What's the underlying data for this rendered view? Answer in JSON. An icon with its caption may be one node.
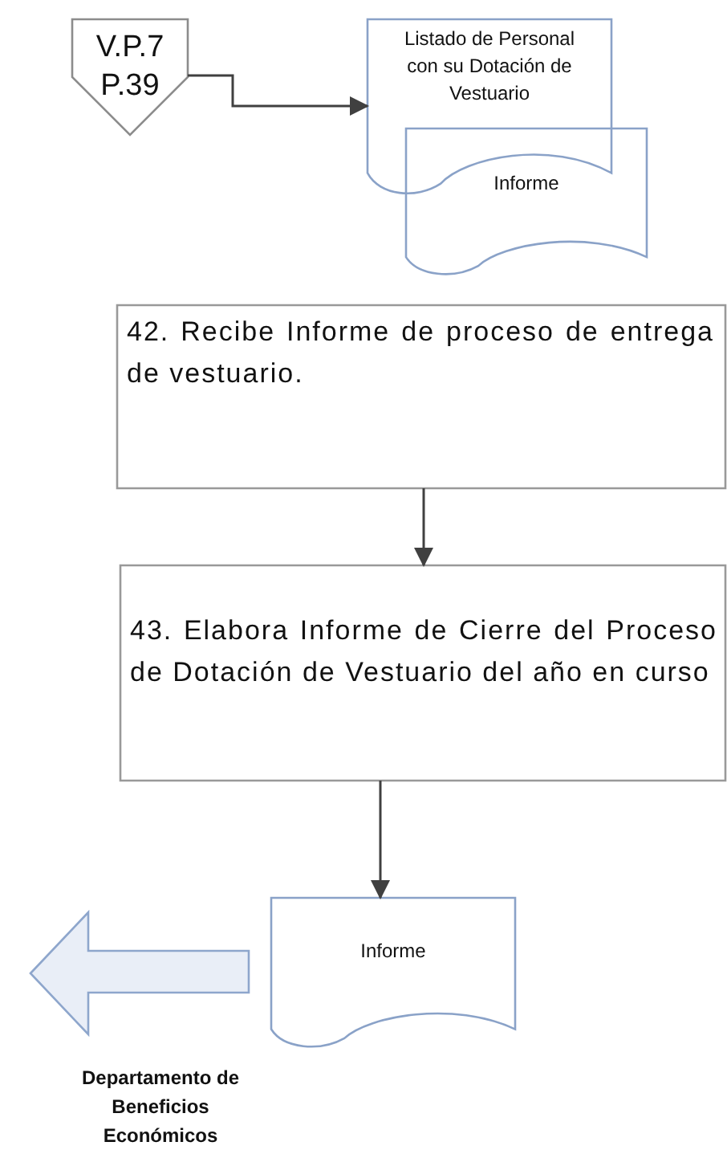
{
  "diagram": {
    "nodes": [
      {
        "text": [
          "V.P.7 P.39"
        ]
      },
      {
        "text": [
          "Listado de Personal con su Dotación de Vestuario"
        ]
      },
      {
        "text": [
          "Informe"
        ]
      },
      {
        "text": [
          "42. Recibe Informe de proceso de entrega de vestuario."
        ]
      },
      {
        "text": [
          "43. Elabora Informe de Cierre del Proceso de Dotación de Vestuario del año en curso"
        ]
      },
      {
        "text": [
          "Informe"
        ]
      },
      {
        "text": [
          "Departamento de Beneficios Económicos"
        ]
      }
    ],
    "edges": [
      {
        "from": 0,
        "to": 1,
        "arrow": "to"
      },
      {
        "from": 3,
        "to": 4,
        "arrow": "to"
      },
      {
        "from": 4,
        "to": 5,
        "arrow": "to"
      }
    ]
  }
}
